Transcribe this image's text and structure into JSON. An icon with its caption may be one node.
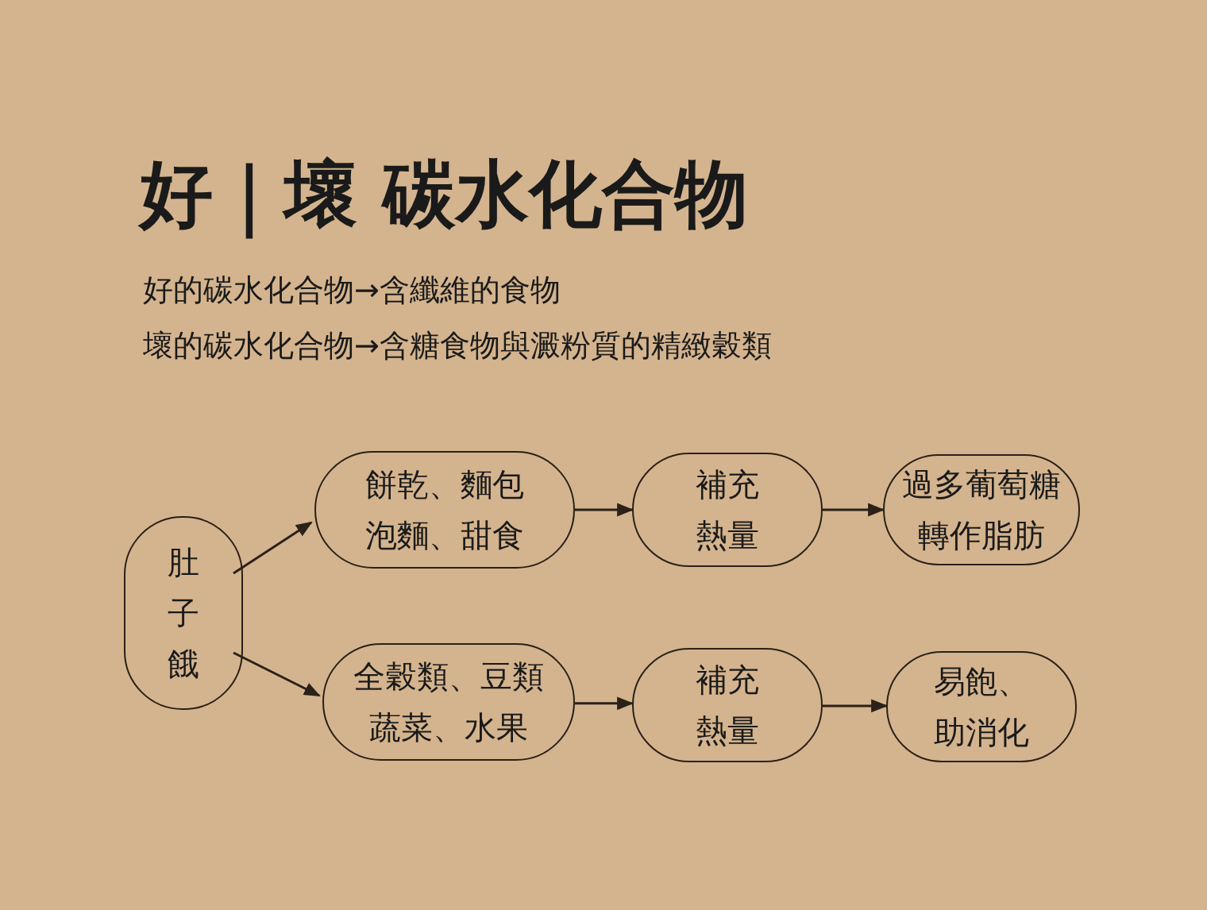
{
  "diagram": {
    "title": "好｜壞 碳水化合物",
    "nodes": [
      {
        "text": [
          "肚子餓"
        ]
      },
      {
        "text": [
          "餅乾、麵包泡麵、甜食"
        ]
      },
      {
        "text": [
          "補充熱量"
        ]
      },
      {
        "text": [
          "過多葡萄糖轉作脂肪"
        ]
      },
      {
        "text": [
          "全穀類、豆類蔬菜、水果"
        ]
      },
      {
        "text": [
          "補充熱量"
        ]
      },
      {
        "text": [
          "易飽、助消化"
        ]
      }
    ],
    "edges": [
      {
        "from": 0,
        "to": 1,
        "arrow": "to"
      },
      {
        "from": 1,
        "to": 2,
        "arrow": "to"
      },
      {
        "from": 2,
        "to": 3,
        "arrow": "to"
      },
      {
        "from": 0,
        "to": 4,
        "arrow": "to"
      },
      {
        "from": 4,
        "to": 5,
        "arrow": "to"
      },
      {
        "from": 5,
        "to": 6,
        "arrow": "to"
      }
    ],
    "labels": [
      "好的碳水化合物→含纖維的食物",
      "壞的碳水化合物→含糖食物與澱粉質的精緻穀類"
    ]
  }
}
